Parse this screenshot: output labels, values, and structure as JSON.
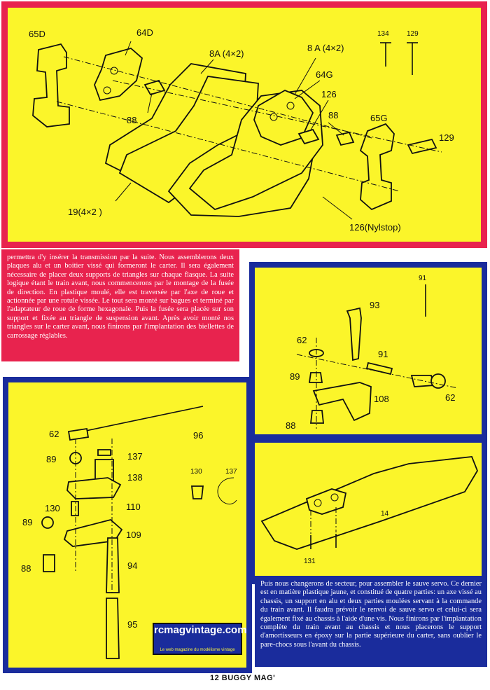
{
  "top_diagram": {
    "labels": [
      "65D",
      "64D",
      "8A (4×2)",
      "8 A (4×2)",
      "134",
      "129",
      "64G",
      "126",
      "88",
      "88",
      "65G",
      "129",
      "19(4×2 )",
      "126(Nylstop)"
    ]
  },
  "text_block_1": "permettra d'y insérer la transmission par la suite. Nous assemblerons deux plaques alu et un boitier vissé qui formeront le carter. Il sera également nécessaire de placer deux supports de triangles sur chaque flasque. La suite logique étant le train avant, nous commencerons par le montage de la fusée de direction. En plastique moulé, elle est traversée par l'axe de roue et actionnée par une rotule vissée. Le tout sera monté sur bagues et terminé par l'adaptateur de roue de forme hexagonale. Puis la fusée sera placée sur son support et fixée au triangle de suspension avant. Après avoir monté nos triangles sur le carter avant, nous finirons par l'implantation des biellettes de carrossage réglables.",
  "right_top_diagram": {
    "labels": [
      "91",
      "93",
      "62",
      "91",
      "89",
      "108",
      "62",
      "88"
    ]
  },
  "right_mid_diagram": {
    "labels": [
      "14",
      "131"
    ]
  },
  "left_diagram": {
    "labels": [
      "96",
      "62",
      "137",
      "89",
      "138",
      "130",
      "137",
      "130",
      "110",
      "89",
      "109",
      "88",
      "94",
      "95"
    ]
  },
  "text_block_2": "Puis nous changerons de secteur, pour assembler le sauve servo. Ce dernier est en matière plastique jaune, et constitué de quatre parties: un axe vissé au chassis, un support en alu et deux parties moulées servant à la commande du train avant. Il faudra prévoir le renvoi de sauve servo et celui-ci sera également fixé au chassis à l'aide d'une vis. Nous finirons par l'implantation complète du train avant au chassis et nous placerons le support d'amortisseurs en époxy sur la partie supérieure du carter, sans oublier le pare-chocs sous l'avant du chassis.",
  "logo": {
    "title": "rcmagvintage.com",
    "subtitle": "Le web magazine du modélisme vintage"
  },
  "footer": "12   BUGGY MAG'",
  "colors": {
    "yellow": "#fbf52a",
    "red_frame": "#e8234e",
    "blue_frame": "#1a2c9c",
    "text_box_red": "#e8234e",
    "text_box_blue": "#1a2c9c"
  }
}
